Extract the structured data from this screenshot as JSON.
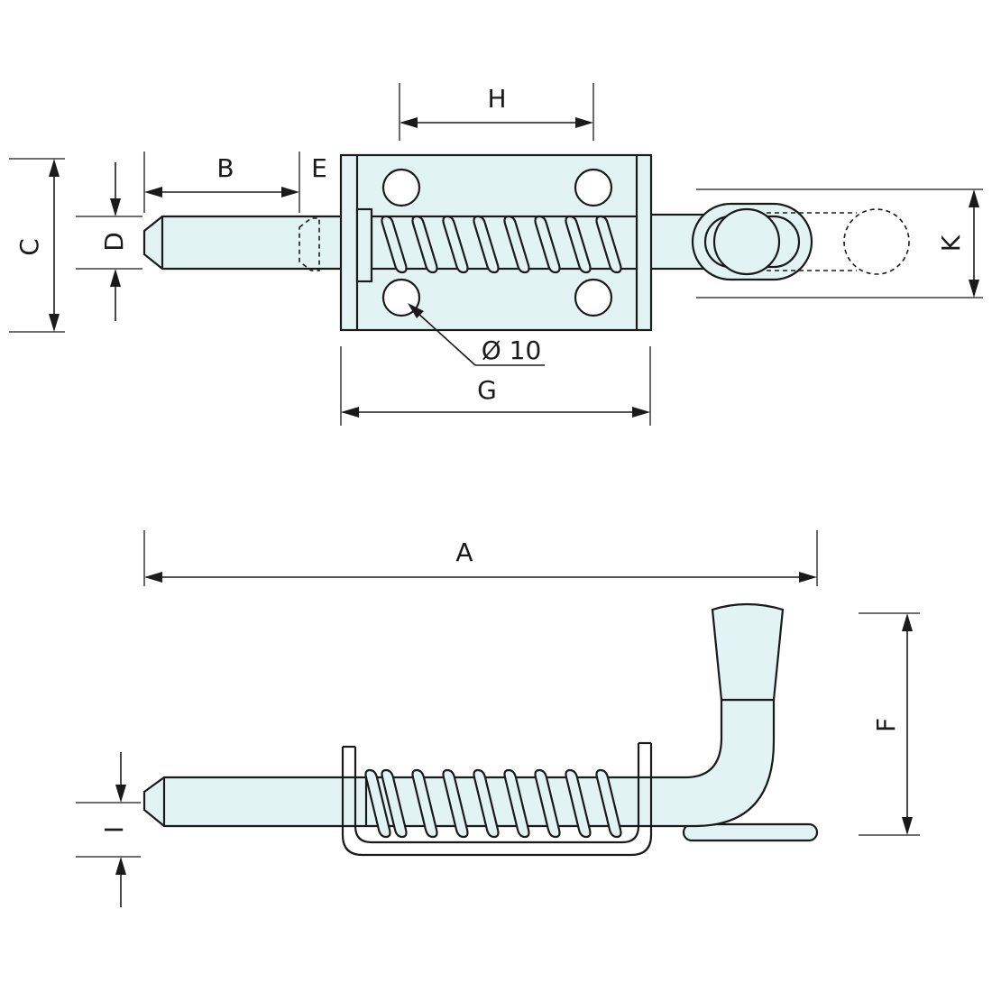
{
  "colors": {
    "part_fill": "#e2f3f4",
    "line": "#1a1a1a",
    "background": "#ffffff"
  },
  "labels": {
    "A": "A",
    "B": "B",
    "C": "C",
    "D": "D",
    "E": "E",
    "F": "F",
    "G": "G",
    "H": "H",
    "I": "I",
    "K": "K",
    "hole_diameter": "Ø 10"
  }
}
